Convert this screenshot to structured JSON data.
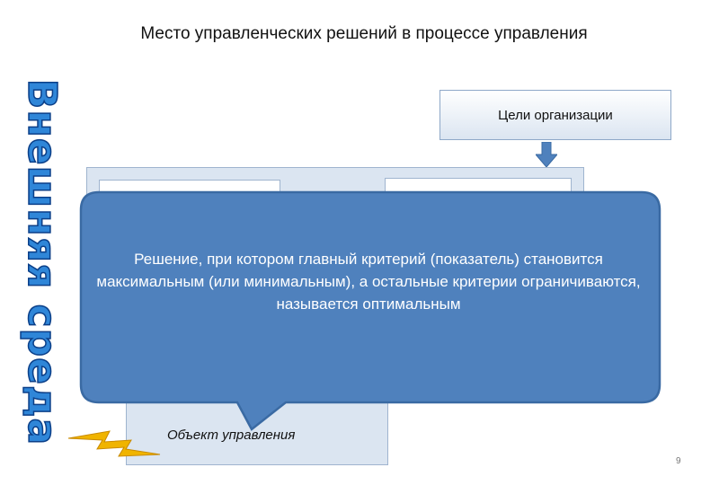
{
  "title": "Место управленческих решений в процессе управления",
  "side_label": "Внешняя среда",
  "goals_box": {
    "label": "Цели организации"
  },
  "object_box": {
    "label": "Объект управления"
  },
  "callout": {
    "text": "Решение, при котором  главный критерий (показатель) становится максимальным (или минимальным), а остальные критерии ограничиваются, называется оптимальным"
  },
  "page_number": "9",
  "colors": {
    "callout_fill": "#4f81bd",
    "callout_border": "#3a6aa3",
    "system_fill": "#dbe5f1",
    "side_label_fill": "#2f86d8",
    "side_label_stroke": "#0b3f88",
    "arrow_fill": "#4f81bd",
    "bolt_fill": "#f0b400"
  }
}
